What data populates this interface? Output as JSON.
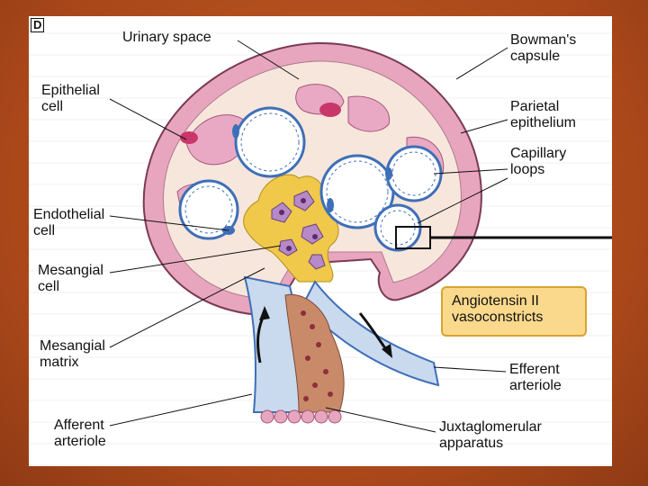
{
  "panel_letter": "D",
  "labels": {
    "urinary_space": "Urinary space",
    "bowmans_capsule": "Bowman's\ncapsule",
    "epithelial_cell": "Epithelial\ncell",
    "parietal_epithelium": "Parietal\nepithelium",
    "capillary_loops": "Capillary\nloops",
    "endothelial_cell": "Endothelial\ncell",
    "mesangial_cell": "Mesangial\ncell",
    "angiotensin": "Angiotensin II\nvasoconstricts",
    "mesangial_matrix": "Mesangial\nmatrix",
    "efferent_arteriole": "Efferent\narteriole",
    "afferent_arteriole": "Afferent\narteriole",
    "juxtaglomerular": "Juxtaglomerular\napparatus"
  },
  "colors": {
    "background": "#b6501b",
    "capsule": "#e7a6bd",
    "urinary_space": "#f7e6dc",
    "mesangium": "#f0c84a",
    "mesangial_cell": "#b68ac6",
    "capillary_wall": "#3e6fb8",
    "vessel": "#c9d9ee",
    "jga": "#c98a6a",
    "callout": "#fbd98c"
  }
}
